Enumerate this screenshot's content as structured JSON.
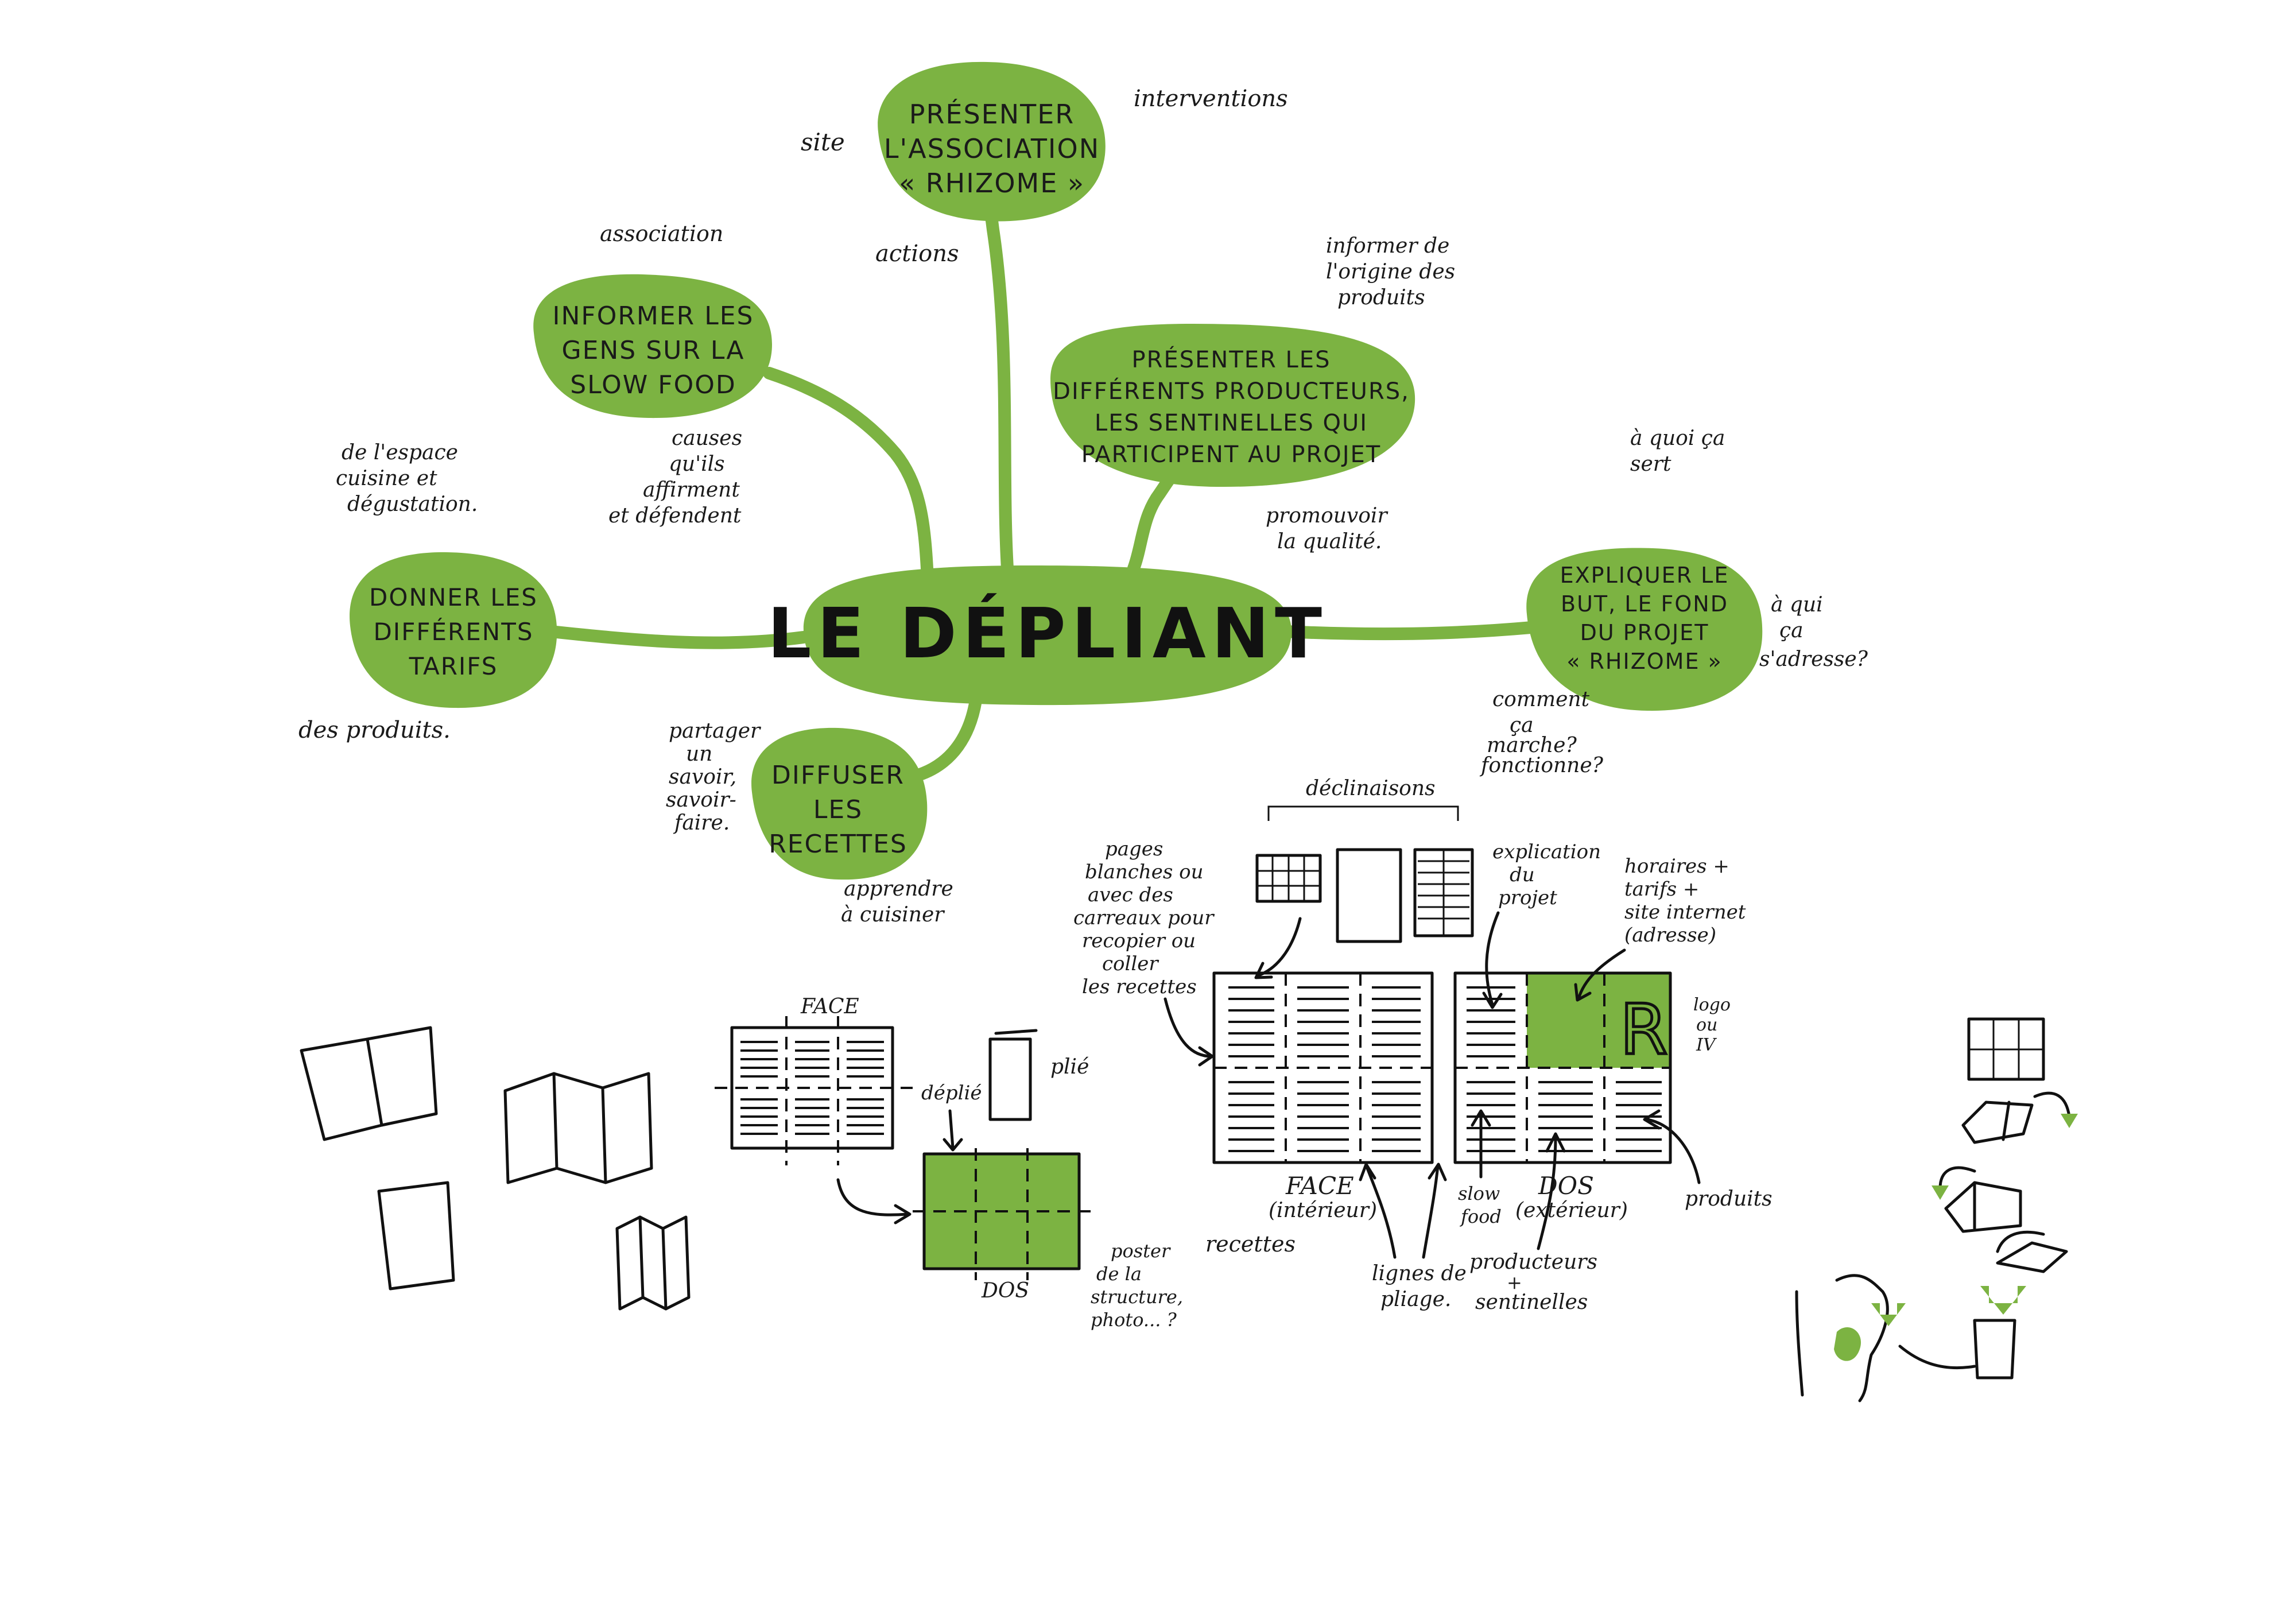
{
  "colors": {
    "accent": "#7cb342",
    "ink": "#111111"
  },
  "center": {
    "title": "LE DÉPLIANT"
  },
  "bubbles": {
    "presenter_association": [
      "PRÉSENTER",
      "L'ASSOCIATION",
      "« RHIZOME »"
    ],
    "informer_slow_food": [
      "INFORMER LES",
      "GENS SUR LA",
      "SLOW FOOD"
    ],
    "presenter_producteurs": [
      "PRÉSENTER LES",
      "DIFFÉRENTS PRODUCTEURS,",
      "LES SENTINELLES QUI",
      "PARTICIPENT AU PROJET"
    ],
    "expliquer_but": [
      "EXPLIQUER LE",
      "BUT, LE FOND",
      "DU PROJET",
      "« RHIZOME »"
    ],
    "donner_tarifs": [
      "DONNER LES",
      "DIFFÉRENTS",
      "TARIFS"
    ],
    "diffuser_recettes": [
      "DIFFUSER",
      "LES",
      "RECETTES"
    ]
  },
  "notes": {
    "site": "site",
    "interventions": "interventions",
    "actions": "actions",
    "association": "association",
    "informer_origine": [
      "informer de",
      "l'origine des",
      "produits"
    ],
    "causes": [
      "causes",
      "qu'ils",
      "affirment",
      "et défendent"
    ],
    "espace_cuisine": [
      "de l'espace",
      "cuisine et",
      "dégustation."
    ],
    "promouvoir": [
      "promouvoir",
      "la qualité."
    ],
    "a_quoi_sert": [
      "à quoi ça",
      "sert"
    ],
    "a_qui": [
      "à qui",
      "ça",
      "s'adresse?"
    ],
    "comment": [
      "comment",
      "ça",
      "marche?",
      "fonctionne?"
    ],
    "des_produits": "des produits.",
    "partager": [
      "partager",
      "un",
      "savoir,",
      "savoir-",
      "faire."
    ],
    "apprendre": [
      "apprendre",
      "à cuisiner"
    ],
    "declinaisons": "déclinaisons",
    "pages_blanches": [
      "pages",
      "blanches ou",
      "avec des",
      "carreaux pour",
      "recopier ou",
      "coller",
      "les recettes"
    ],
    "explication_projet": [
      "explication",
      "du",
      "projet"
    ],
    "horaires": [
      "horaires +",
      "tarifs +",
      "site internet",
      "(adresse)"
    ],
    "logo": [
      "logo",
      "ou",
      "IV"
    ],
    "face_small": "FACE",
    "deplie": "déplié",
    "plie": "plié",
    "dos_small": "DOS",
    "poster": [
      "poster",
      "de la",
      "structure,",
      "photo... ?"
    ],
    "face_big": [
      "FACE",
      "(intérieur)"
    ],
    "dos_big": [
      "DOS",
      "(extérieur)"
    ],
    "recettes": "recettes",
    "lignes_pliage": [
      "lignes de",
      "pliage."
    ],
    "slow_food": [
      "slow",
      "food"
    ],
    "producteurs": [
      "producteurs",
      "+",
      "sentinelles"
    ],
    "produits": "produits",
    "logo_letter": "R"
  }
}
